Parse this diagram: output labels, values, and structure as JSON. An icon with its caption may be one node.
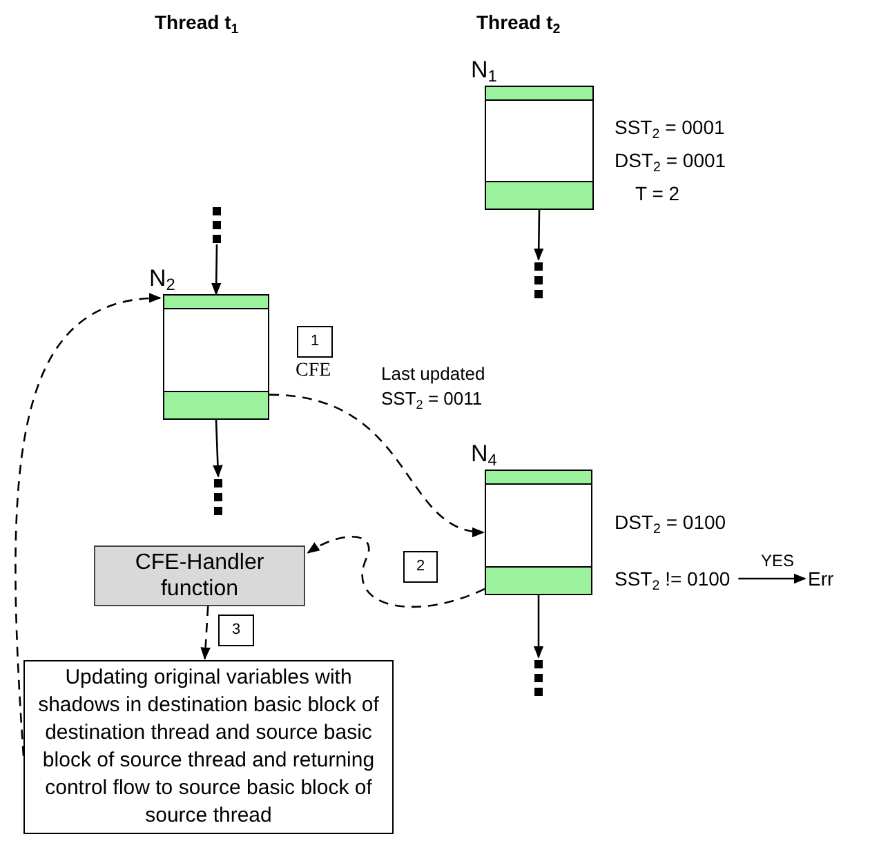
{
  "diagram": {
    "nodes": [
      {
        "text": [
          "N$_{1}$"
        ],
        "beside": [
          "SST$_{2}$ = 0001",
          "DST$_{2}$ = 0001",
          "T = 2"
        ]
      },
      {
        "text": [],
        "shape": "dots"
      },
      {
        "text": [],
        "shape": "dots"
      },
      {
        "text": [
          "N$_{2}$"
        ]
      },
      {
        "text": [],
        "shape": "dots"
      },
      {
        "text": [
          "N$_{4}$"
        ],
        "beside": [
          "DST$_{2}$ = 0100"
        ]
      },
      {
        "text": [],
        "shape": "dots"
      },
      {
        "text": [
          "SST$_{2}$ != 0100"
        ]
      },
      {
        "text": [
          "Err"
        ]
      },
      {
        "text": [
          "CFE-Handler function"
        ]
      },
      {
        "text": [
          "Updating original variables with shadows in destination basic block of destination thread and source basic block of source thread and returning control flow to source basic block of source thread"
        ]
      }
    ],
    "edges": [
      {
        "from": 0,
        "to": 1,
        "arrow": "to"
      },
      {
        "from": 2,
        "to": 3,
        "arrow": "to"
      },
      {
        "from": 3,
        "to": 4,
        "arrow": "to"
      },
      {
        "from": 5,
        "to": 6,
        "arrow": "to"
      },
      {
        "from": 7,
        "to": 8,
        "arrow": "to",
        "label": "YES"
      },
      {
        "from": 3,
        "to": 5,
        "arrow": "to",
        "style": "dashed",
        "label": "CFE"
      },
      {
        "from": 5,
        "to": 9,
        "arrow": "to",
        "style": "dashed"
      },
      {
        "from": 9,
        "to": 10,
        "arrow": "to",
        "style": "dashed"
      },
      {
        "from": 10,
        "to": 3,
        "arrow": "to",
        "style": "dashed"
      }
    ],
    "labels": [
      "Thread t$_{1}$",
      "Thread t$_{2}$",
      "1",
      "Last updated SST$_{2}$ = 0011",
      "2",
      "3"
    ]
  }
}
